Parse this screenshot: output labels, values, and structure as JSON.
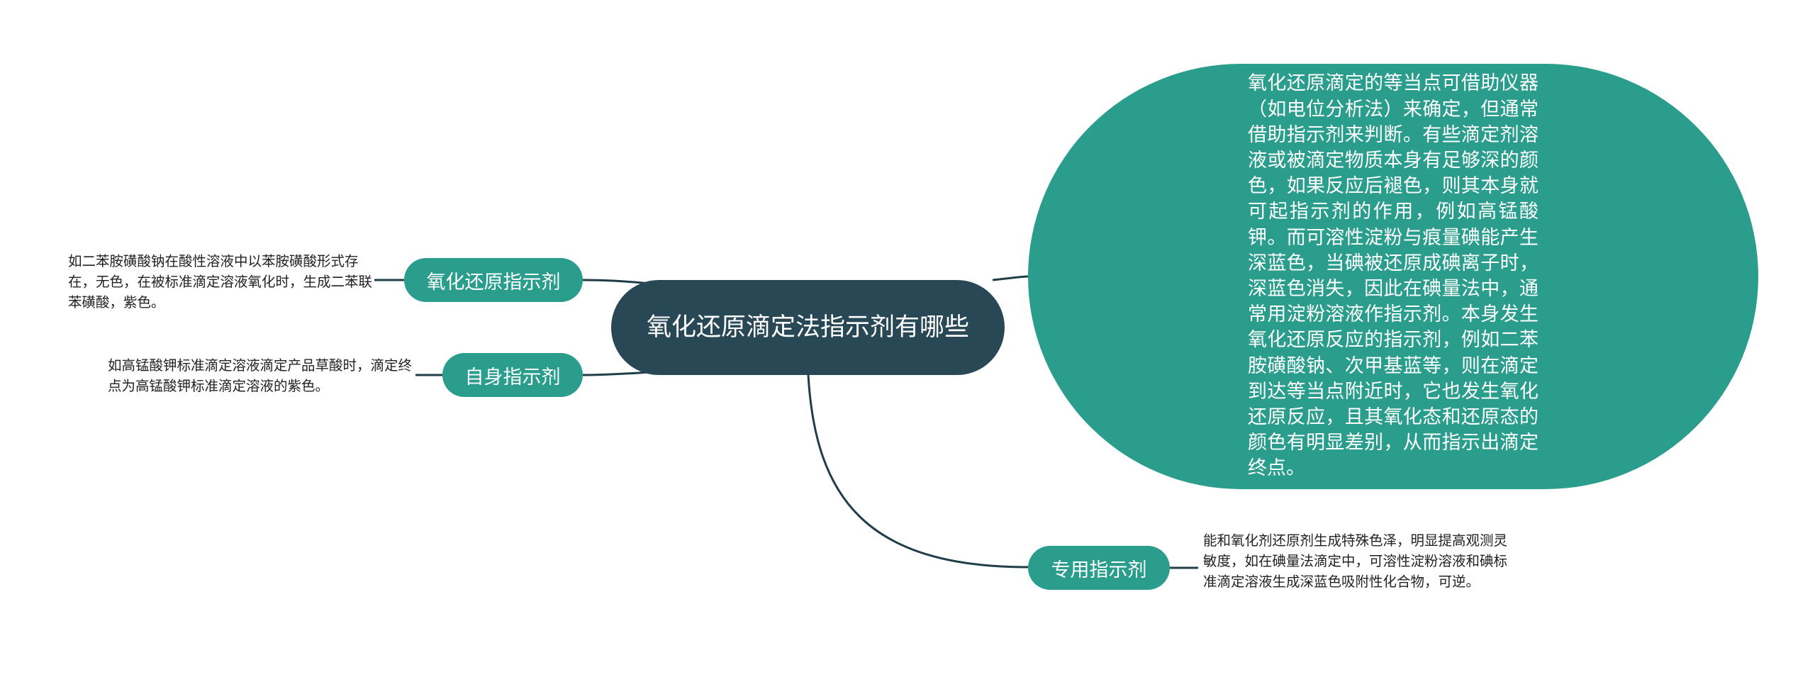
{
  "central": {
    "title": "氧化还原滴定法指示剂有哪些"
  },
  "branches": [
    {
      "label": "氧化还原指示剂",
      "text": "如二苯胺磺酸钠在酸性溶液中以苯胺磺酸形式存在，无色，在被标准滴定溶液氧化时，生成二苯联苯磺酸，紫色。"
    },
    {
      "label": "自身指示剂",
      "text": "如高锰酸钾标准滴定溶液滴定产品草酸时，滴定终点为高锰酸钾标准滴定溶液的紫色。"
    },
    {
      "label": "专用指示剂",
      "text": "能和氧化剂还原剂生成特殊色泽，明显提高观测灵敏度，如在碘量法滴定中，可溶性淀粉溶液和碘标准滴定溶液生成深蓝色吸附性化合物，可逆。"
    }
  ],
  "overview": {
    "text": "氧化还原滴定的等当点可借助仪器（如电位分析法）来确定，但通常借助指示剂来判断。有些滴定剂溶液或被滴定物质本身有足够深的颜色，如果反应后褪色，则其本身就可起指示剂的作用，例如高锰酸钾。而可溶性淀粉与痕量碘能产生深蓝色，当碘被还原成碘离子时，深蓝色消失，因此在碘量法中，通常用淀粉溶液作指示剂。本身发生氧化还原反应的指示剂，例如二苯胺磺酸钠、次甲基蓝等，则在滴定到达等当点附近时，它也发生氧化还原反应，且其氧化态和还原态的颜色有明显差别，从而指示出滴定终点。"
  },
  "colors": {
    "central": "#284856",
    "branch": "#2a9d8c",
    "line": "#1f3e48"
  }
}
